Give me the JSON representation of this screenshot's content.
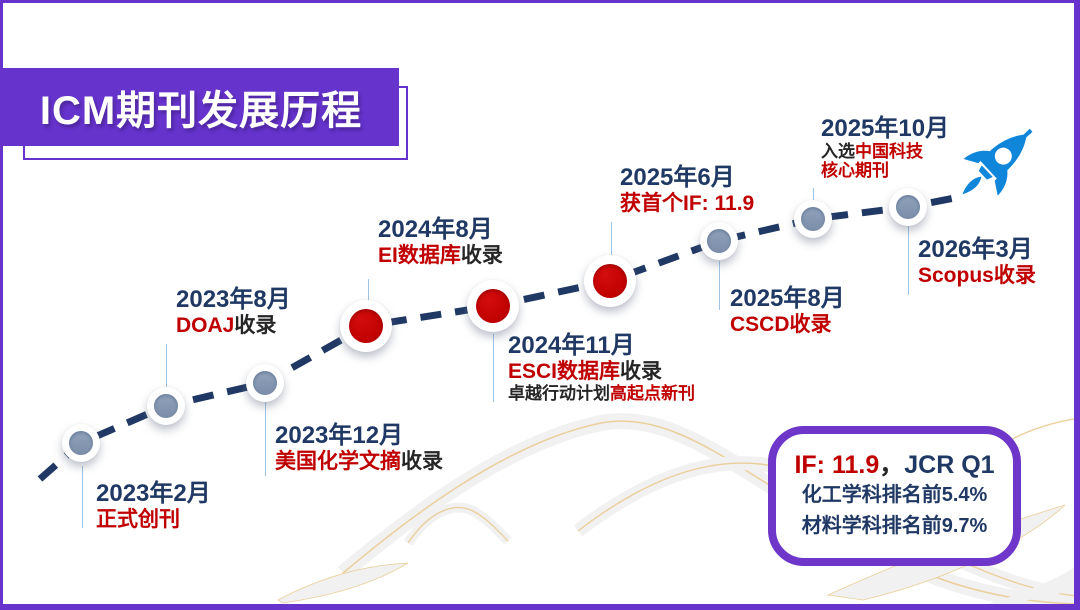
{
  "header": {
    "title": "ICM期刊发展历程"
  },
  "colors": {
    "purple": "#6633CC",
    "box_border": "#6E36C9",
    "navy": "#1F3864",
    "red": "#C00000",
    "dark": "#262626",
    "dot_gray": "#8496B0",
    "dash_navy": "#203864",
    "connector_blue": "#9DC3E6",
    "rocket_blue": "#1086DB",
    "mountain_line": "#E9CD96",
    "mountain_fill": "#F1F1F1"
  },
  "timeline": {
    "milestones": [
      {
        "date": "2023年2月",
        "dot": "gray",
        "label_position": "below",
        "lines": [
          [
            {
              "t": "正式创刊",
              "c": "red"
            }
          ]
        ]
      },
      {
        "date": "2023年8月",
        "dot": "gray",
        "label_position": "above",
        "lines": [
          [
            {
              "t": "DOAJ",
              "c": "red"
            },
            {
              "t": "收录",
              "c": "dark"
            }
          ]
        ]
      },
      {
        "date": "2023年12月",
        "dot": "gray",
        "label_position": "below",
        "lines": [
          [
            {
              "t": "美国化学文摘",
              "c": "red"
            },
            {
              "t": "收录",
              "c": "dark"
            }
          ]
        ]
      },
      {
        "date": "2024年8月",
        "dot": "red",
        "label_position": "above",
        "lines": [
          [
            {
              "t": "EI数据库",
              "c": "red"
            },
            {
              "t": "收录",
              "c": "dark"
            }
          ]
        ]
      },
      {
        "date": "2024年11月",
        "dot": "red",
        "label_position": "below",
        "lines": [
          [
            {
              "t": "ESCI数据库",
              "c": "red"
            },
            {
              "t": "收录",
              "c": "dark"
            }
          ],
          [
            {
              "t": "卓越行动计划",
              "c": "dark"
            },
            {
              "t": "高起点新刊",
              "c": "red"
            }
          ]
        ]
      },
      {
        "date": "2025年6月",
        "dot": "red",
        "label_position": "above",
        "lines": [
          [
            {
              "t": "获首个IF: 11.9",
              "c": "red"
            }
          ]
        ]
      },
      {
        "date": "2025年8月",
        "dot": "gray",
        "label_position": "below",
        "lines": [
          [
            {
              "t": "CSCD收录",
              "c": "red"
            }
          ]
        ]
      },
      {
        "date": "2025年10月",
        "dot": "gray",
        "label_position": "above",
        "lines": [
          [
            {
              "t": "入选",
              "c": "dark"
            },
            {
              "t": "中国科技",
              "c": "red"
            }
          ],
          [
            {
              "t": "核心期刊",
              "c": "red"
            }
          ]
        ]
      },
      {
        "date": "2026年3月",
        "dot": "gray",
        "label_position": "below",
        "lines": [
          [
            {
              "t": "Scopus收录",
              "c": "red"
            }
          ]
        ]
      }
    ]
  },
  "stats_box": {
    "line1": [
      {
        "t": "IF: 11.9",
        "c": "red"
      },
      {
        "t": "，",
        "c": "dark"
      },
      {
        "t": "JCR Q1",
        "c": "navy"
      }
    ],
    "line2": [
      {
        "t": "化工学科排名前5.4%",
        "c": "navy"
      }
    ],
    "line3": [
      {
        "t": "材料学科排名前9.7%",
        "c": "navy"
      }
    ]
  },
  "icons": {
    "rocket": "rocket-icon"
  }
}
